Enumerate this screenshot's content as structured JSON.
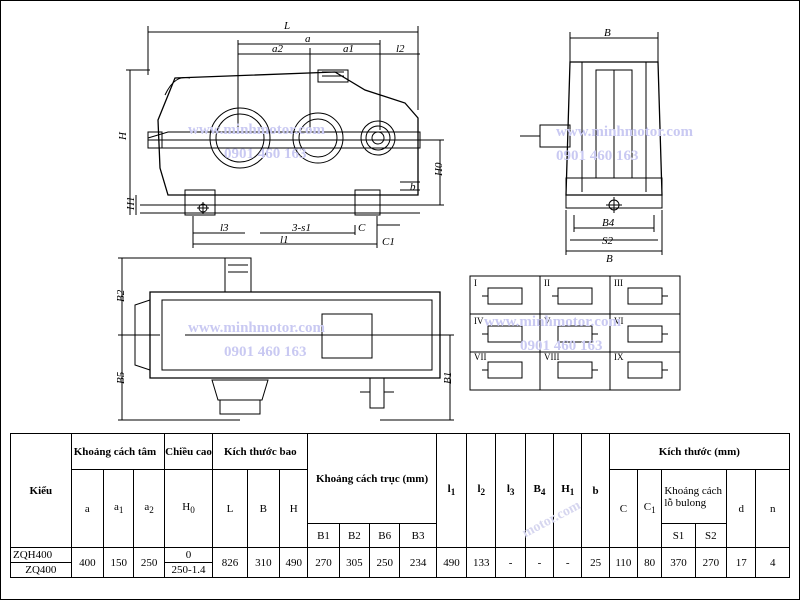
{
  "watermark": {
    "site": "www.minhmotor.com",
    "phone": "0901 460 163",
    "site_partial": "motor.com"
  },
  "drawing_labels": {
    "L": "L",
    "a": "a",
    "a1": "a1",
    "a2": "a2",
    "l2": "l2",
    "H": "H",
    "H0": "H0",
    "H1": "H1",
    "b": "b",
    "l3": "l3",
    "s_label": "3-s1",
    "C": "C",
    "C1": "C1",
    "l1": "l1",
    "B": "B",
    "B4": "B4",
    "S2": "S2",
    "B2": "B2",
    "B5": "B5",
    "B1": "B1"
  },
  "mount_grid": [
    "I",
    "II",
    "III",
    "IV",
    "V",
    "VI",
    "VII",
    "VIII",
    "IX"
  ],
  "table": {
    "model_header": "Kiểu",
    "center_distance_header": "Khoảng cách tâm",
    "height_header": "Chiều cao",
    "overall_header": "Kích thước bao",
    "shaft_header": "Khoảng cách trục (mm)",
    "size_header": "Kích thước (mm)",
    "bolt_header": "Khoảng cách lỗ bulong",
    "cols": {
      "a": "a",
      "a1": "a",
      "a1_sub": "1",
      "a2": "a",
      "a2_sub": "2",
      "H0": "H",
      "H0_sub": "0",
      "L": "L",
      "B": "B",
      "H": "H",
      "B1": "B1",
      "B2": "B2",
      "B6": "B6",
      "B3": "B3",
      "l1": "l",
      "l1_sub": "1",
      "l2": "l",
      "l2_sub": "2",
      "l3": "l",
      "l3_sub": "3",
      "B4": "B",
      "B4_sub": "4",
      "H1": "H",
      "H1_sub": "1",
      "b": "b",
      "C": "C",
      "C1": "C",
      "C1_sub": "1",
      "S1": "S1",
      "S2": "S2",
      "d": "d",
      "n": "n"
    },
    "models": [
      "ZQH400",
      "ZQ400"
    ],
    "row": {
      "a": "400",
      "a1": "150",
      "a2": "250",
      "H0_top": "0",
      "H0_bottom": "250-1.4",
      "L": "826",
      "B": "310",
      "H": "490",
      "B1": "270",
      "B2": "305",
      "B6": "250",
      "B3": "234",
      "l1": "490",
      "l2": "133",
      "l3": "-",
      "B4": "-",
      "H1": "-",
      "b": "25",
      "C": "110",
      "C1": "80",
      "S1": "370",
      "S2": "270",
      "d": "17",
      "n": "4"
    }
  }
}
